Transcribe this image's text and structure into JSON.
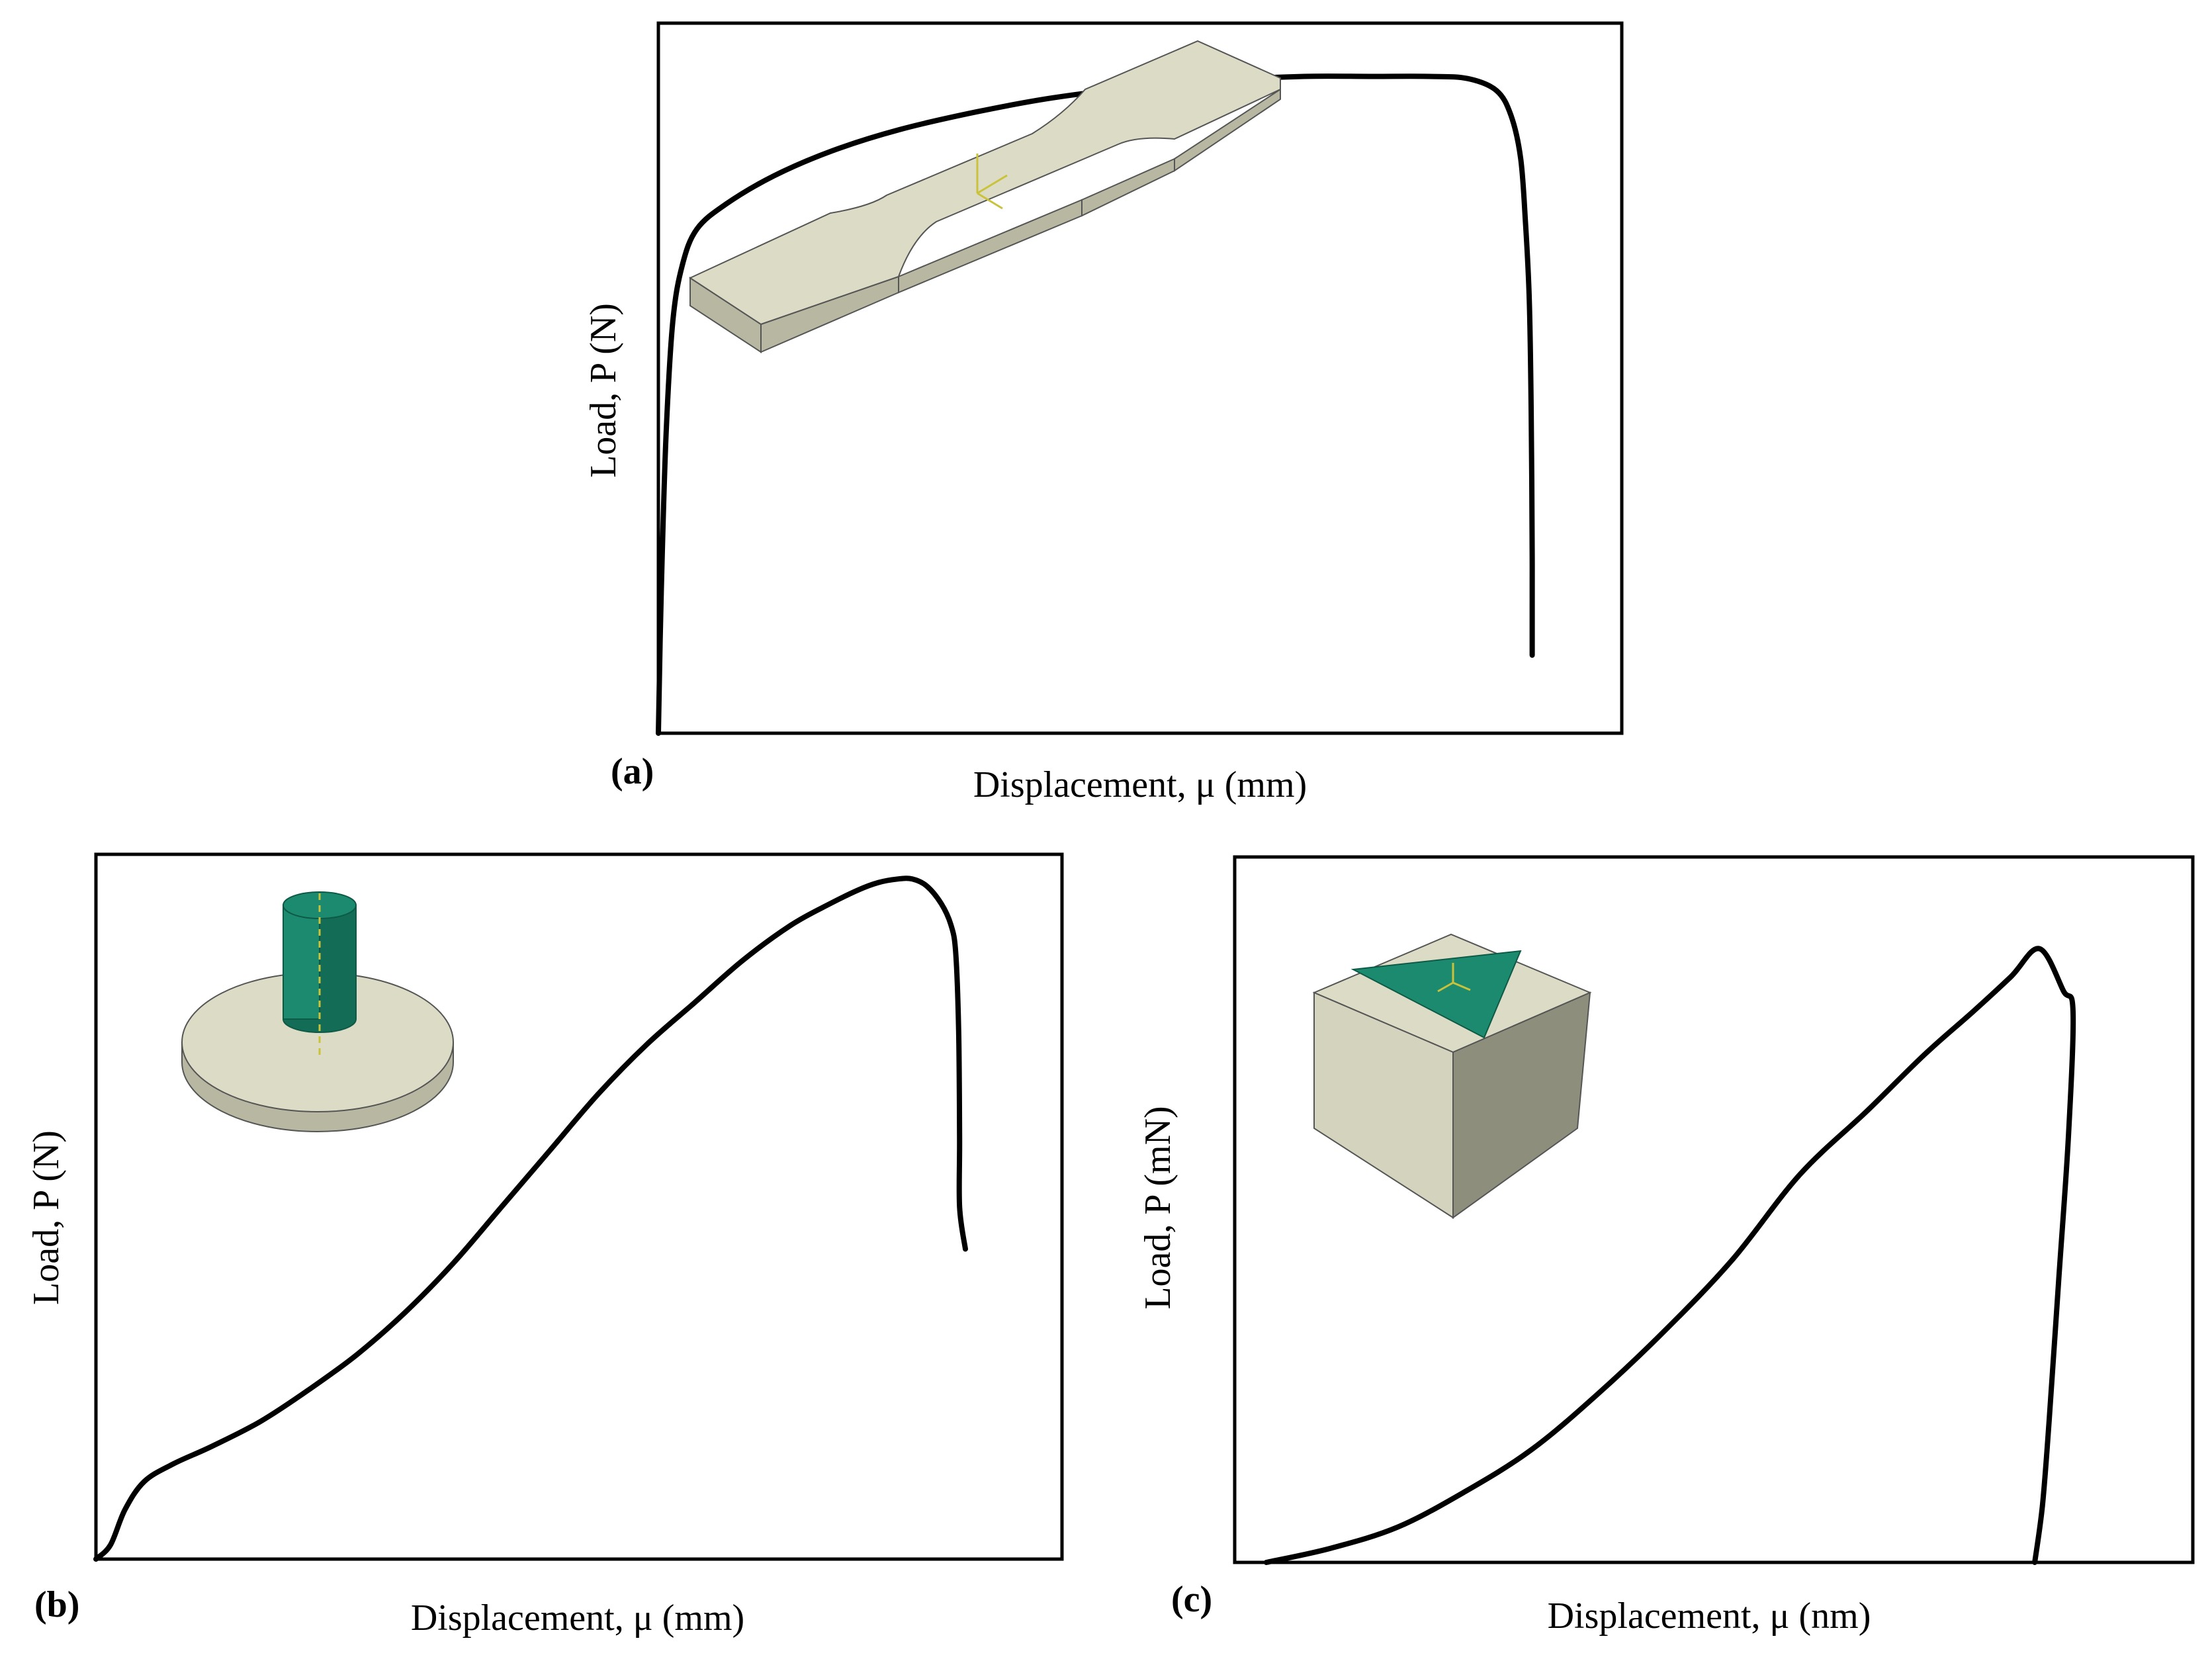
{
  "chart_data": [
    {
      "id": "a",
      "type": "line",
      "panel_label": "(a)",
      "title": "",
      "xlabel": "Displacement, μ (mm)",
      "ylabel": "Load, P (N)",
      "xlim": [
        0,
        1
      ],
      "ylim": [
        0,
        1
      ],
      "grid": false,
      "legend": "none",
      "specimen_icon": "dogbone-tensile-specimen-icon",
      "series": [
        {
          "name": "",
          "x": [
            0,
            0.003,
            0.008,
            0.015,
            0.025,
            0.04,
            0.07,
            0.12,
            0.18,
            0.25,
            0.33,
            0.41,
            0.5,
            0.59,
            0.67,
            0.74,
            0.8,
            0.84,
            0.87,
            0.885,
            0.895,
            0.9,
            0.904,
            0.906,
            0.907,
            0.907
          ],
          "y": [
            0,
            0.2,
            0.42,
            0.58,
            0.66,
            0.71,
            0.745,
            0.785,
            0.82,
            0.85,
            0.875,
            0.895,
            0.91,
            0.92,
            0.925,
            0.925,
            0.925,
            0.922,
            0.905,
            0.87,
            0.81,
            0.72,
            0.61,
            0.45,
            0.25,
            0.11
          ]
        }
      ]
    },
    {
      "id": "b",
      "type": "line",
      "panel_label": "(b)",
      "title": "",
      "xlabel": "Displacement, μ (mm)",
      "ylabel": "Load, P (N)",
      "xlim": [
        0,
        1
      ],
      "ylim": [
        0,
        1
      ],
      "grid": false,
      "legend": "none",
      "specimen_icon": "punch-on-disc-specimen-icon",
      "series": [
        {
          "name": "",
          "x": [
            0,
            0.015,
            0.03,
            0.05,
            0.08,
            0.12,
            0.17,
            0.22,
            0.27,
            0.32,
            0.37,
            0.42,
            0.47,
            0.52,
            0.57,
            0.62,
            0.67,
            0.72,
            0.76,
            0.79,
            0.81,
            0.83,
            0.845,
            0.86,
            0.875,
            0.885,
            0.89,
            0.893,
            0.894,
            0.894,
            0.9
          ],
          "y": [
            0,
            0.02,
            0.07,
            0.11,
            0.135,
            0.16,
            0.195,
            0.24,
            0.29,
            0.35,
            0.42,
            0.5,
            0.58,
            0.66,
            0.73,
            0.79,
            0.85,
            0.9,
            0.93,
            0.95,
            0.96,
            0.965,
            0.965,
            0.955,
            0.93,
            0.9,
            0.86,
            0.75,
            0.6,
            0.5,
            0.44
          ]
        }
      ]
    },
    {
      "id": "c",
      "type": "line",
      "panel_label": "(c)",
      "title": "",
      "xlabel": "Displacement, μ (nm)",
      "ylabel": "Load, P (mN)",
      "xlim": [
        0,
        1
      ],
      "ylim": [
        0,
        1
      ],
      "grid": false,
      "legend": "none",
      "specimen_icon": "indenter-on-cube-specimen-icon",
      "series": [
        {
          "name": "",
          "x": [
            0.033,
            0.1,
            0.17,
            0.24,
            0.31,
            0.38,
            0.45,
            0.52,
            0.59,
            0.66,
            0.72,
            0.77,
            0.81,
            0.84,
            0.865,
            0.875,
            0.87,
            0.86,
            0.85,
            0.843,
            0.835
          ],
          "y": [
            0,
            0.02,
            0.05,
            0.1,
            0.16,
            0.24,
            0.33,
            0.43,
            0.55,
            0.64,
            0.72,
            0.78,
            0.83,
            0.87,
            0.81,
            0.78,
            0.6,
            0.4,
            0.2,
            0.08,
            0
          ]
        }
      ]
    }
  ]
}
